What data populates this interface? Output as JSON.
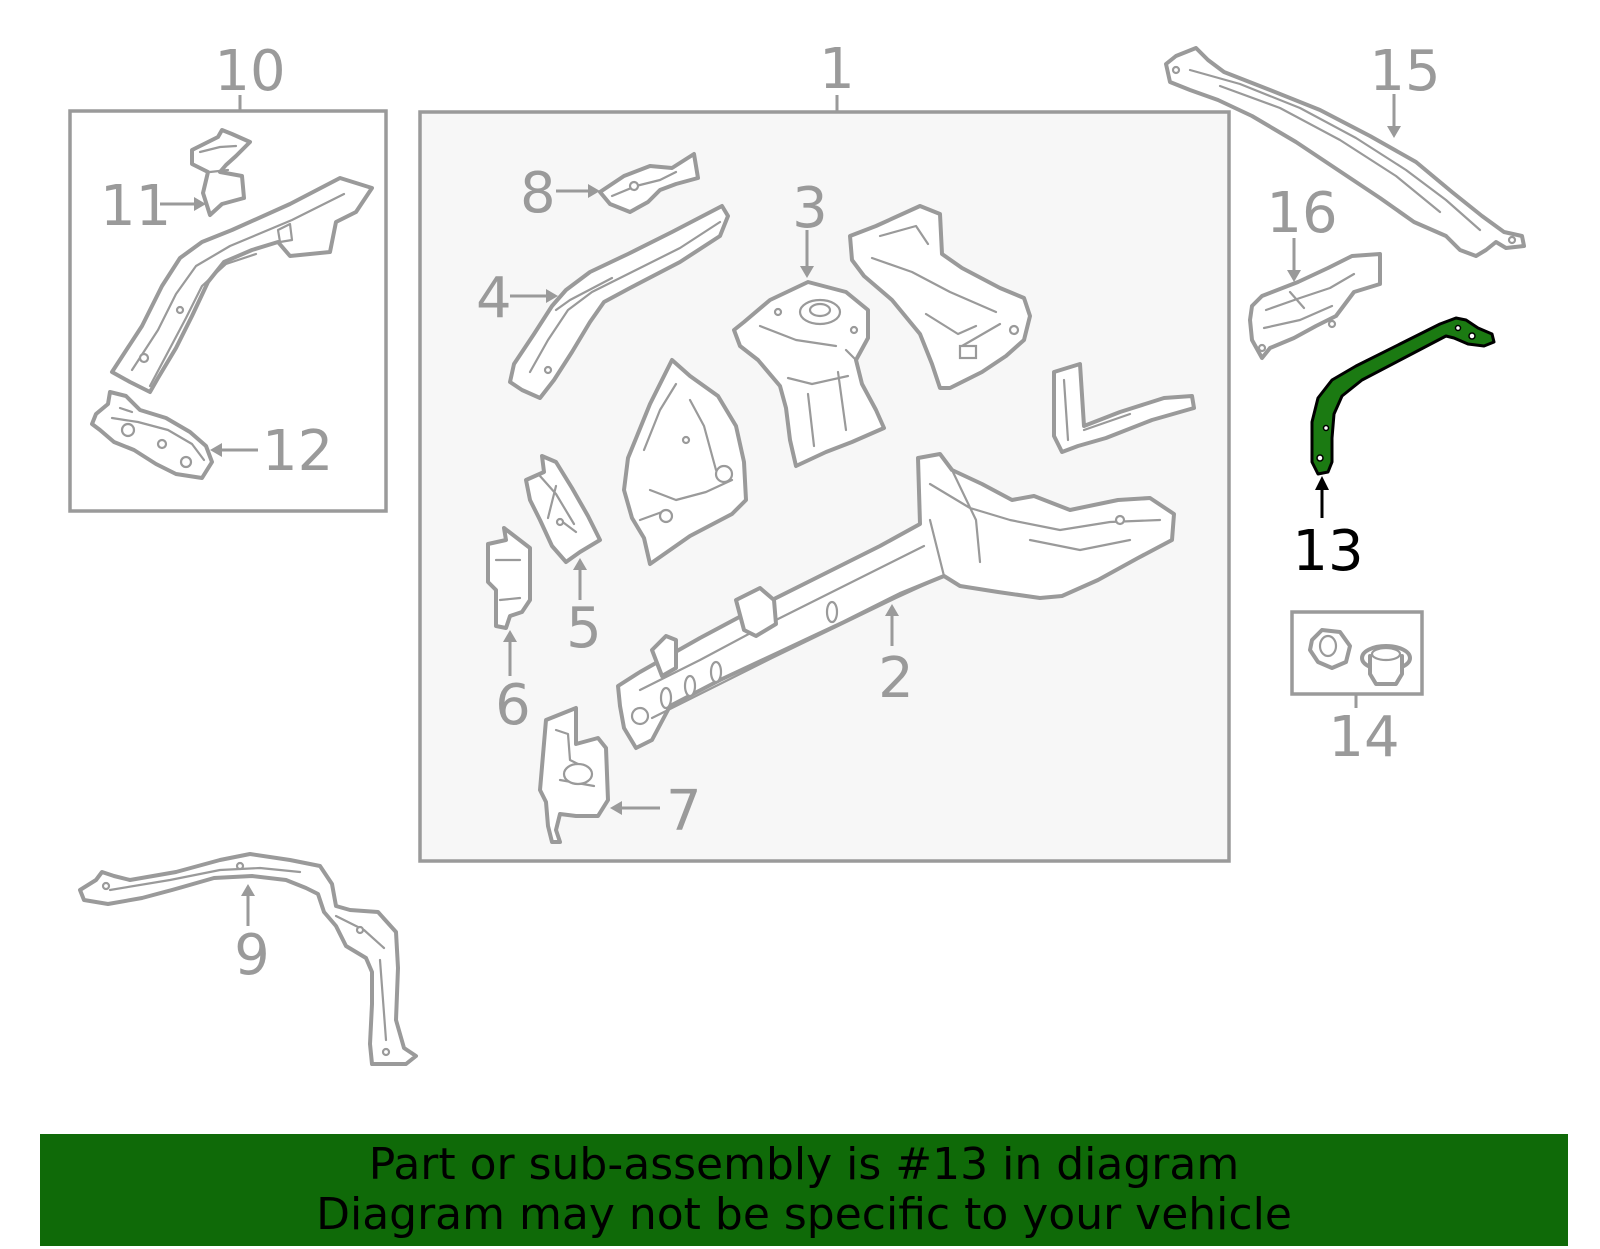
{
  "diagram": {
    "callouts": [
      "1",
      "2",
      "3",
      "4",
      "5",
      "6",
      "7",
      "8",
      "9",
      "10",
      "11",
      "12",
      "13",
      "14",
      "15",
      "16"
    ],
    "highlighted_part": "13",
    "highlight_color": "#1b7a12"
  },
  "banner": {
    "line1": "Part or sub-assembly is #13 in diagram",
    "line2": "Diagram may not be specific to your vehicle",
    "background": "#0f6a08"
  }
}
